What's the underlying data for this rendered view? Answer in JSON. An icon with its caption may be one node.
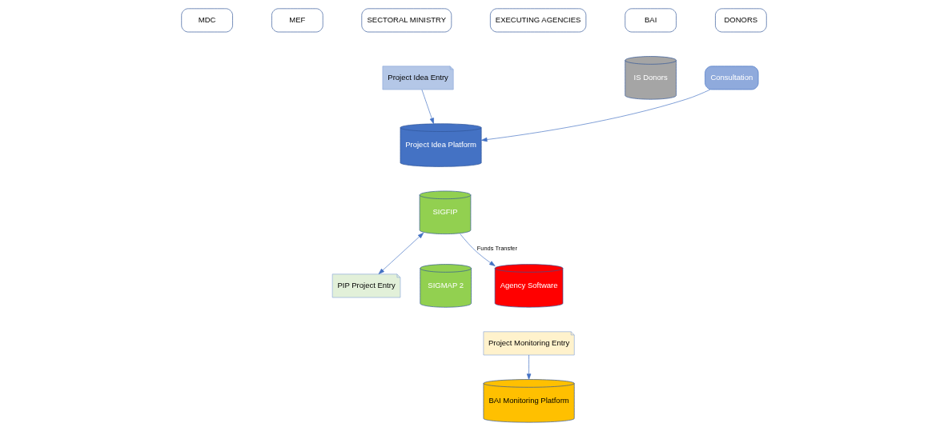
{
  "diagram": {
    "nodes": [
      {
        "text": [
          "MDC"
        ]
      },
      {
        "text": [
          "MEF"
        ]
      },
      {
        "text": [
          "SECTORAL MINISTRY"
        ]
      },
      {
        "text": [
          "EXECUTING AGENCIES"
        ]
      },
      {
        "text": [
          "BAI"
        ]
      },
      {
        "text": [
          "DONORS"
        ]
      },
      {
        "text": [
          "Project Idea Entry"
        ]
      },
      {
        "text": [
          "Project Idea Platform"
        ]
      },
      {
        "text": [
          "Consultation"
        ]
      },
      {
        "text": [
          "SIGFIP"
        ]
      },
      {
        "text": [
          "PIP Project Entry"
        ]
      },
      {
        "text": [
          "Agency Software"
        ]
      },
      {
        "text": [
          "SIGMAP 2"
        ]
      },
      {
        "text": [
          "Project Monitoring Entry"
        ]
      },
      {
        "text": [
          "BAI Monitoring Platform"
        ]
      },
      {
        "text": [
          "IS Donors"
        ]
      }
    ],
    "edges": [
      {
        "from": 6,
        "to": 7,
        "arrow": "to"
      },
      {
        "from": 8,
        "to": 7,
        "arrow": "to"
      },
      {
        "from": 9,
        "to": 10,
        "arrow": "both"
      },
      {
        "from": 9,
        "to": 11,
        "arrow": "to",
        "label": "Funds Transfer"
      },
      {
        "from": 13,
        "to": 14,
        "arrow": "to"
      }
    ]
  }
}
